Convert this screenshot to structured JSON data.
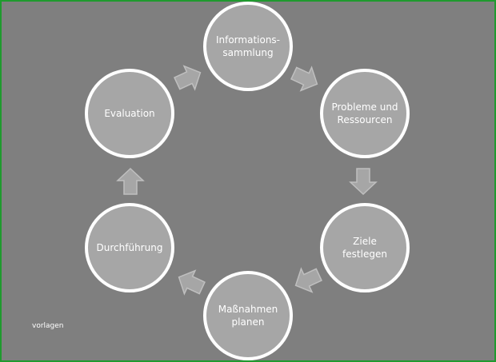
{
  "diagram": {
    "nodes": [
      {
        "id": "informationssammlung",
        "lines": [
          "Informations-",
          "sammlung"
        ]
      },
      {
        "id": "probleme-und-ressourcen",
        "lines": [
          "Probleme und",
          "Ressourcen"
        ]
      },
      {
        "id": "ziele-festlegen",
        "lines": [
          "Ziele",
          "festlegen"
        ]
      },
      {
        "id": "massnahmen-planen",
        "lines": [
          "Maßnahmen",
          "planen"
        ]
      },
      {
        "id": "durchfuehrung",
        "lines": [
          "Durchführung"
        ]
      },
      {
        "id": "evaluation",
        "lines": [
          "Evaluation"
        ]
      }
    ],
    "edges": [
      {
        "from": "evaluation",
        "to": "informationssammlung"
      },
      {
        "from": "informationssammlung",
        "to": "probleme-und-ressourcen"
      },
      {
        "from": "probleme-und-ressourcen",
        "to": "ziele-festlegen"
      },
      {
        "from": "ziele-festlegen",
        "to": "massnahmen-planen"
      },
      {
        "from": "massnahmen-planen",
        "to": "durchfuehrung"
      },
      {
        "from": "durchfuehrung",
        "to": "evaluation"
      }
    ]
  },
  "watermark": "vorlagen",
  "colors": {
    "background": "#7f7f7f",
    "node_fill": "#a6a6a6",
    "node_stroke": "#ffffff",
    "arrow_fill": "#a6a6a6",
    "arrow_stroke": "#bfbfbf",
    "frame": "#1f9a2e"
  }
}
